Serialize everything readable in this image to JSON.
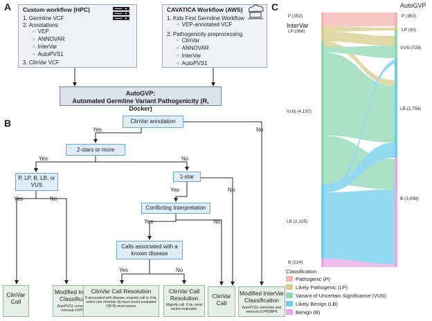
{
  "panels": {
    "a": "A",
    "b": "B",
    "c": "C"
  },
  "panel_a": {
    "hpc": {
      "title": "Custom workflow (HPC)",
      "step1": "1.  Germline VCF",
      "step2": "2.  Annotations",
      "annotations": [
        "VEP",
        "ANNOVAR",
        "InterVar",
        "AutoPVS1"
      ],
      "step3": "3.  ClinVar VCF"
    },
    "aws": {
      "title": "CAVATICA Workflow (AWS)",
      "step1": "1.  Kids First Germline Workflow",
      "step1_sub": "VEP-annotated VCF",
      "step2": "2.  Pathogenicity preprocessing",
      "preprocessing": [
        "ClinVar",
        "ANNOVAR",
        "InterVar",
        "AutoPVS1"
      ]
    },
    "autogvp": {
      "line1": "AutoGVP:",
      "line2": "Automated Germline Variant Pathogenicity (R, Docker)"
    }
  },
  "panel_b": {
    "clinvar_annotation": "ClinVar annotation",
    "two_stars": "2-stars or more",
    "plp": "P, LP, B, LB, or VUS",
    "one_star": "1-star",
    "conflicting": "Conflicting Interpretation",
    "calls_disease": "Calls associated with a known disease",
    "yes": "Yes",
    "no": "No",
    "clinvar_call": "ClinVar Call",
    "modified_intervar": "Modified InterVar Classification",
    "modified_note": "AutoPVS1 correction and removal of PP5/BP6",
    "resolution": "ClinVar Call Resolution",
    "resolution_note_1": "If associated with disease, majority call or if tie, select one of below: A) most recent evaluated OR B) most severe",
    "resolution_note_2": "Majority call. If tie, most recent evaluated."
  },
  "panel_c": {
    "left_title": "InterVar",
    "right_title": "AutoGVP",
    "left_labels": [
      "P (353)",
      "LP (366)",
      "VUS (4,197)",
      "LB (2,105)",
      "B (224)"
    ],
    "right_labels": [
      "P (353)",
      "LP (30)",
      "VUS (728)",
      "LB (2,756)",
      "B (3,098)"
    ],
    "colors": {
      "P": "#f6b3b0",
      "LP": "#d8cc8c",
      "VUS": "#8fd8b4",
      "LB": "#6fcdea",
      "B": "#e6a8e6"
    },
    "legend": {
      "title": "Classification",
      "items": [
        {
          "key": "P",
          "label": "Pathogenic (P)"
        },
        {
          "key": "LP",
          "label": "Likely Pathogenic (LP)"
        },
        {
          "key": "VUS",
          "label": "Variant of Uncertain Significance (VUS)"
        },
        {
          "key": "LB",
          "label": "Likely Benign (LB)"
        },
        {
          "key": "B",
          "label": "Benign (B)"
        }
      ]
    }
  }
}
